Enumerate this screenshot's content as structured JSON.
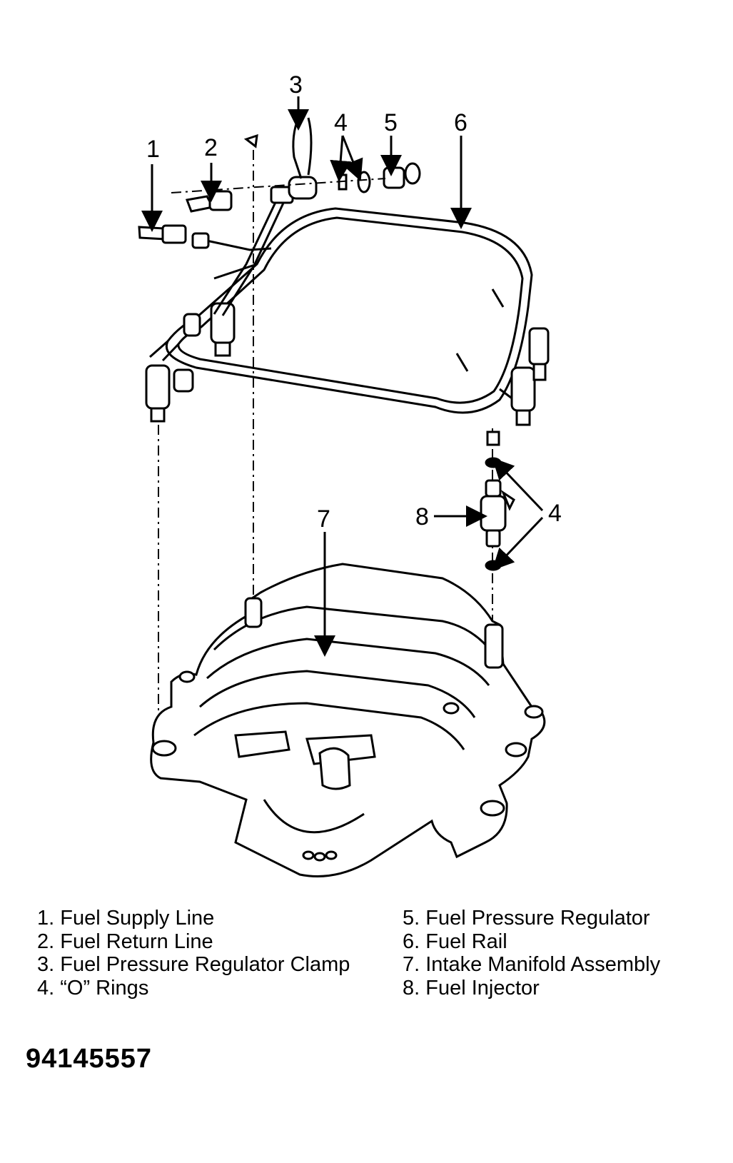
{
  "callouts": {
    "c1": "1",
    "c2": "2",
    "c3": "3",
    "c4_top": "4",
    "c5": "5",
    "c6": "6",
    "c7": "7",
    "c8": "8",
    "c4_bottom": "4"
  },
  "legend_left": [
    {
      "label": "1. Fuel Supply Line"
    },
    {
      "label": "2. Fuel Return Line"
    },
    {
      "label": "3. Fuel Pressure Regulator Clamp"
    },
    {
      "label": "4. “O” Rings"
    }
  ],
  "legend_right": [
    {
      "label": "5. Fuel Pressure Regulator"
    },
    {
      "label": "6. Fuel Rail"
    },
    {
      "label": "7. Intake Manifold Assembly"
    },
    {
      "label": "8. Fuel Injector"
    }
  ],
  "figure_id": "94145557"
}
